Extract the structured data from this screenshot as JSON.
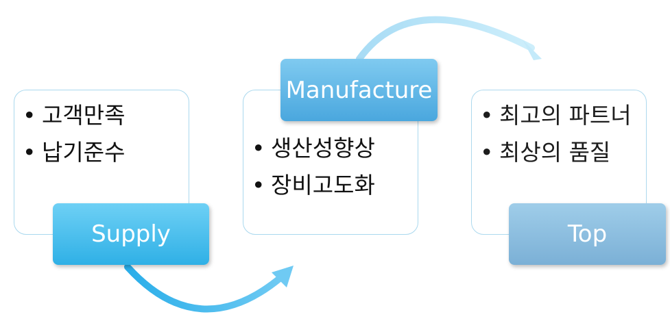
{
  "colors": {
    "panel_border": "#a9d8ee",
    "supply_fill": "#3ab6ea",
    "manufacture_fill": "#5bb3e4",
    "top_fill": "#86b9dc",
    "arrow": "#4ab9ee"
  },
  "bullet_glyph": "•",
  "stages": {
    "supply": {
      "label": "Supply",
      "items": [
        "고객만족",
        "납기준수"
      ]
    },
    "manufacture": {
      "label": "Manufacture",
      "items": [
        "생산성향상",
        "장비고도화"
      ]
    },
    "top": {
      "label": "Top",
      "items": [
        "최고의 파트너",
        "최상의 품질"
      ]
    }
  }
}
